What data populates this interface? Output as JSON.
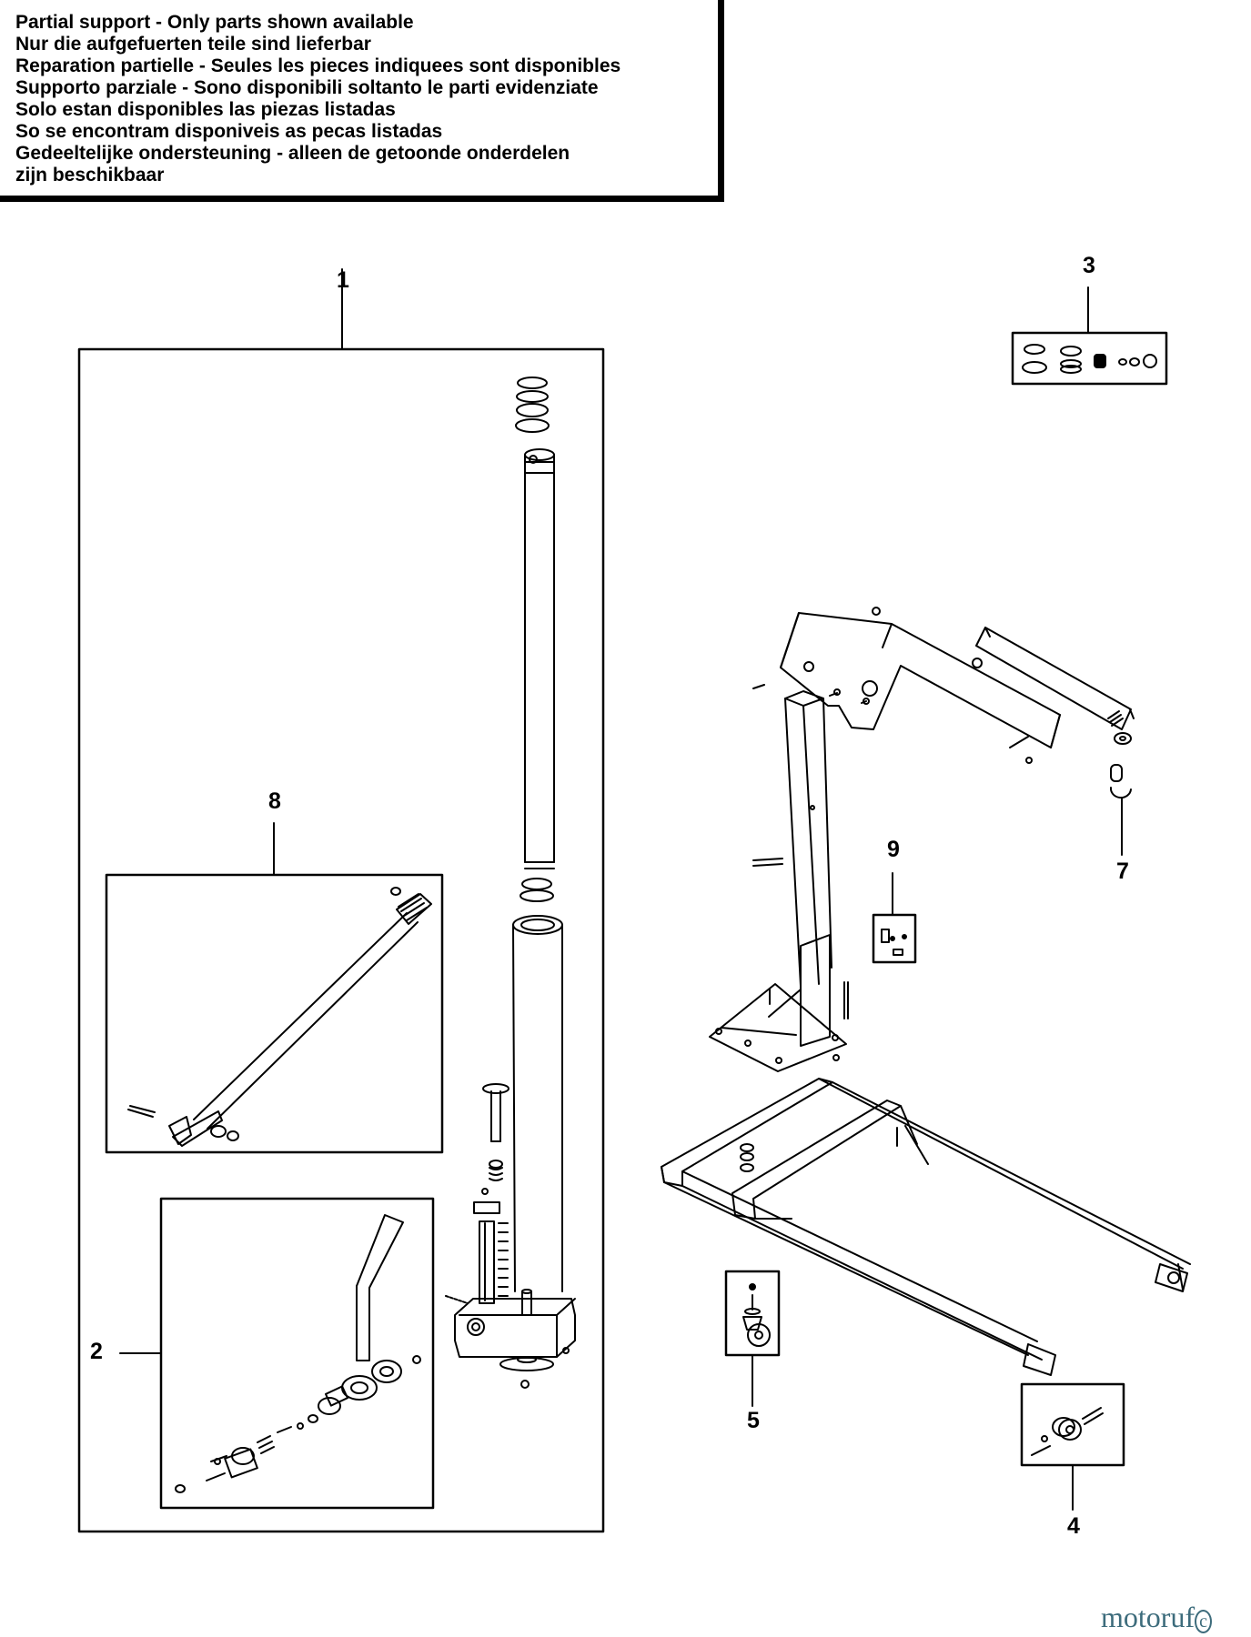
{
  "notice": {
    "lines": [
      "Partial support - Only parts shown available",
      "Nur die aufgefuerten teile sind lieferbar",
      "Reparation partielle - Seules les pieces indiquees sont disponibles",
      "Supporto parziale - Sono disponibili soltanto le parti evidenziate",
      "Solo estan disponibles las piezas listadas",
      "So se encontram disponiveis as pecas listadas",
      "Gedeeltelijke ondersteuning - alleen de getoonde onderdelen",
      "zijn beschikbaar"
    ]
  },
  "callouts": {
    "c1": "1",
    "c2": "2",
    "c3": "3",
    "c4": "4",
    "c5": "5",
    "c7": "7",
    "c8": "8",
    "c9": "9"
  },
  "watermark": {
    "text": "motoruf",
    "tail": "c"
  },
  "colors": {
    "ink": "#000000",
    "paper": "#ffffff",
    "watermark": "#3d6c7c"
  }
}
